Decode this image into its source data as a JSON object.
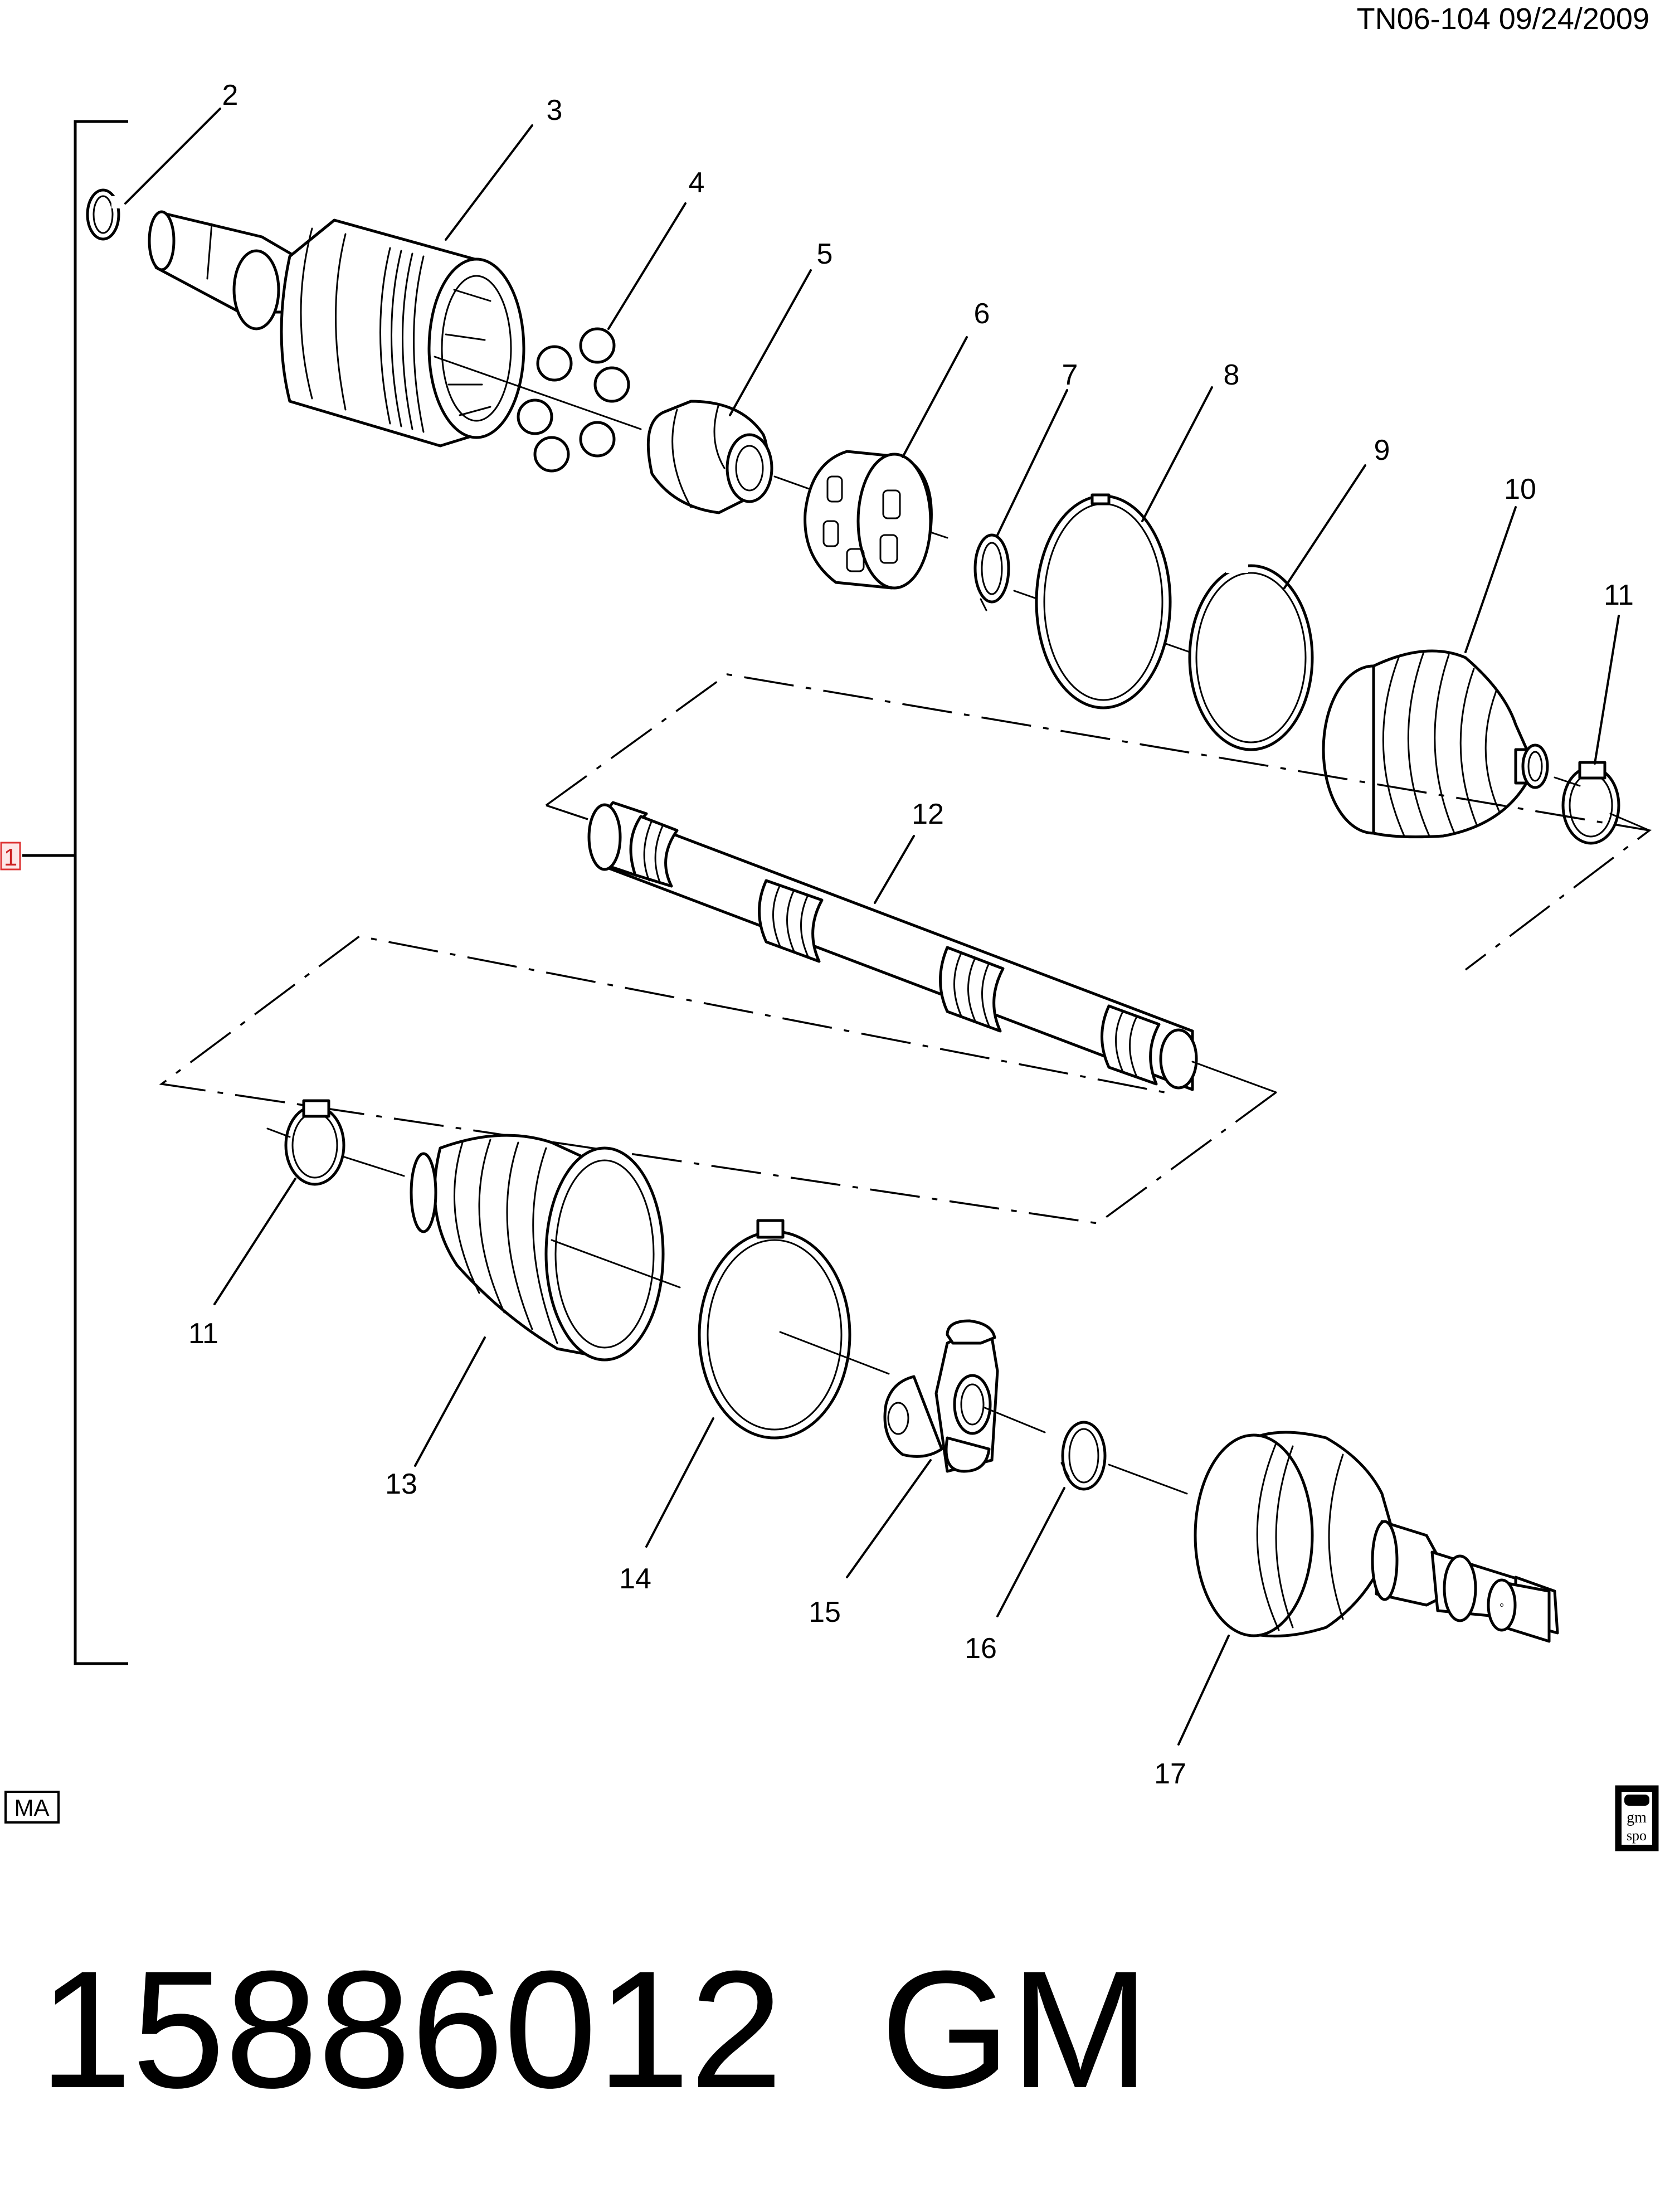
{
  "header": {
    "reference": "TN06-104  09/24/2009"
  },
  "callouts": {
    "c1": "1",
    "c2": "2",
    "c3": "3",
    "c4": "4",
    "c5": "5",
    "c6": "6",
    "c7": "7",
    "c8": "8",
    "c9": "9",
    "c10": "10",
    "c11a": "11",
    "c12": "12",
    "c11b": "11",
    "c13": "13",
    "c14": "14",
    "c15": "15",
    "c16": "16",
    "c17": "17"
  },
  "badges": {
    "left": "MA",
    "right_top": "gm",
    "right_bottom": "spo"
  },
  "footer": {
    "part_number": "15886012",
    "brand": "GM"
  }
}
